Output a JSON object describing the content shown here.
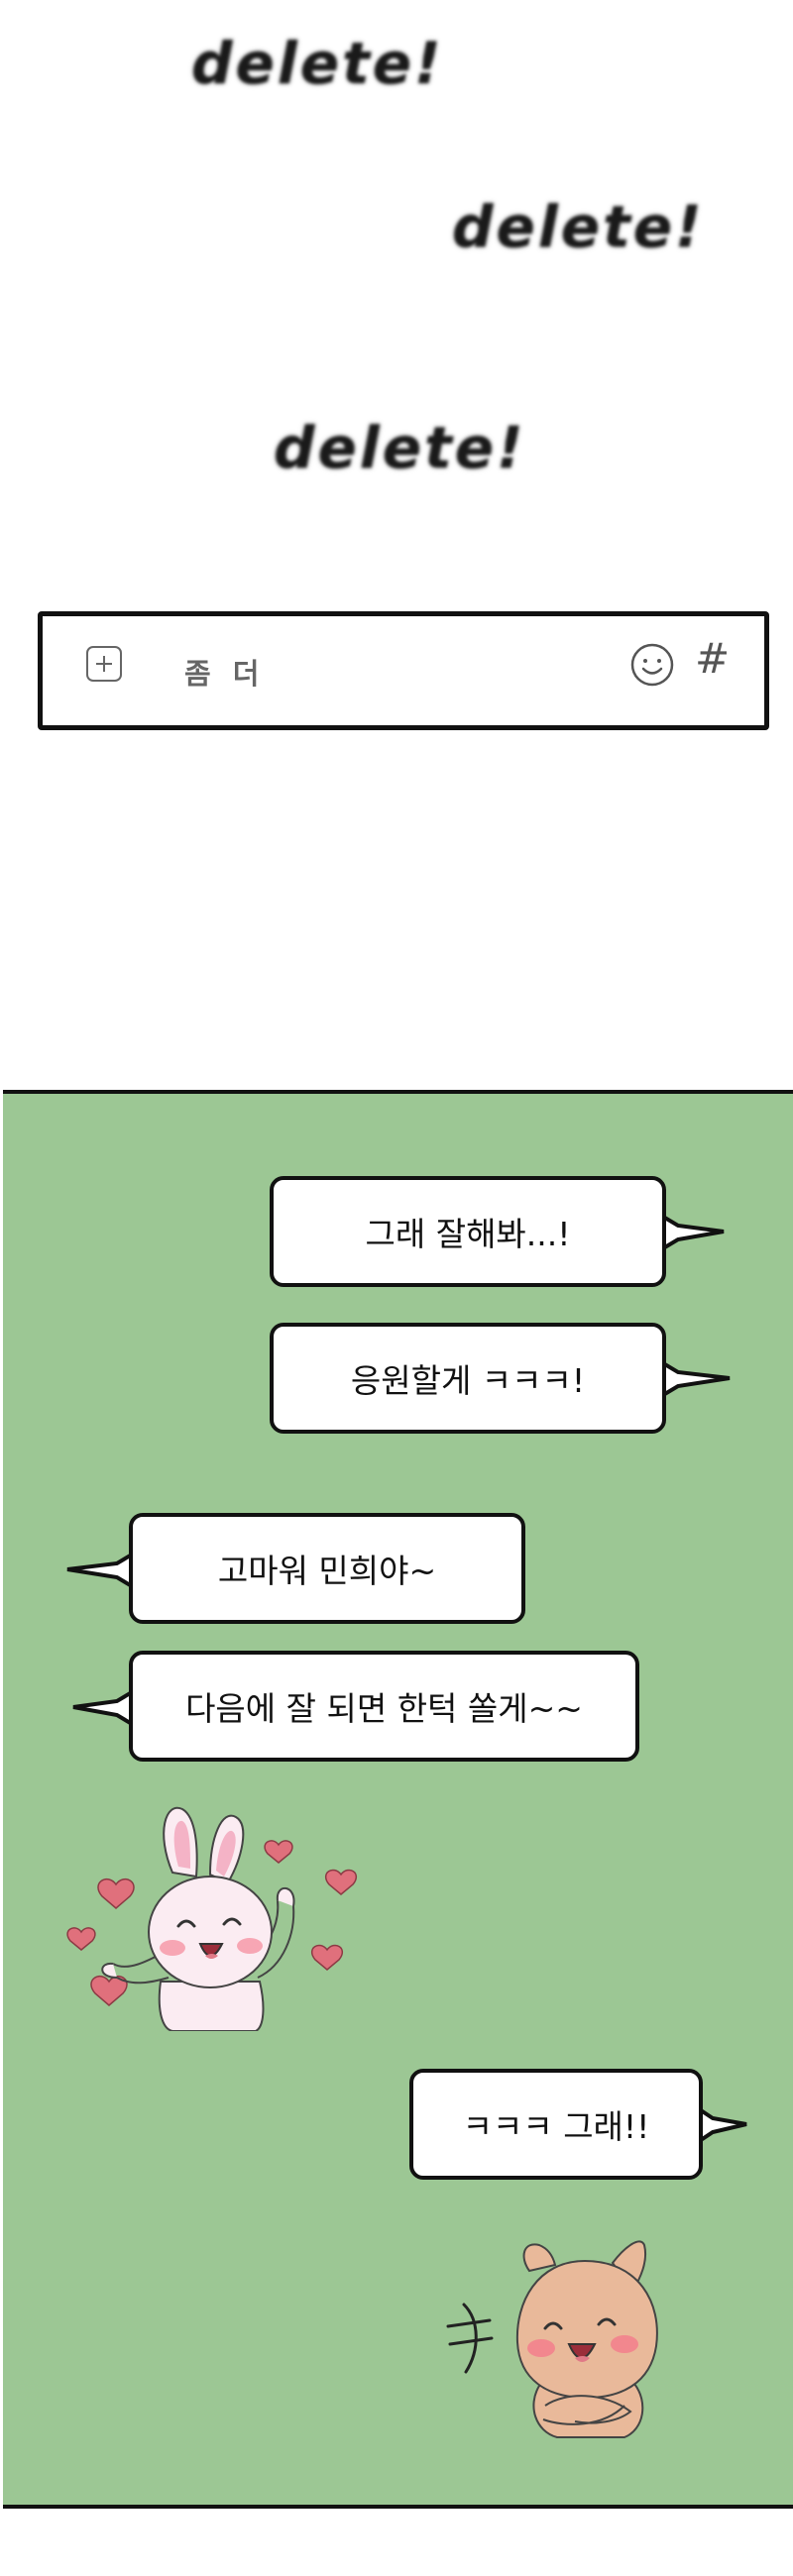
{
  "delete_texts": [
    "delete!",
    "delete!",
    "delete!"
  ],
  "input_bar": {
    "placeholder": "좀 더",
    "icons": [
      "plus-icon",
      "smile-icon",
      "hash-icon"
    ],
    "hash_symbol": "#"
  },
  "chat": {
    "background_color": "#9cc794",
    "messages": [
      {
        "side": "right",
        "text": "그래 잘해봐...!"
      },
      {
        "side": "right",
        "text": "응원할게 ㅋㅋㅋ!"
      },
      {
        "side": "left",
        "text": "고마워 민희야~"
      },
      {
        "side": "left",
        "text": "다음에 잘 되면 한턱 쏠게~~"
      },
      {
        "side": "right",
        "text": "ㅋㅋㅋ 그래!!"
      }
    ],
    "stickers": [
      "bunny-sticker",
      "cat-sticker"
    ]
  }
}
